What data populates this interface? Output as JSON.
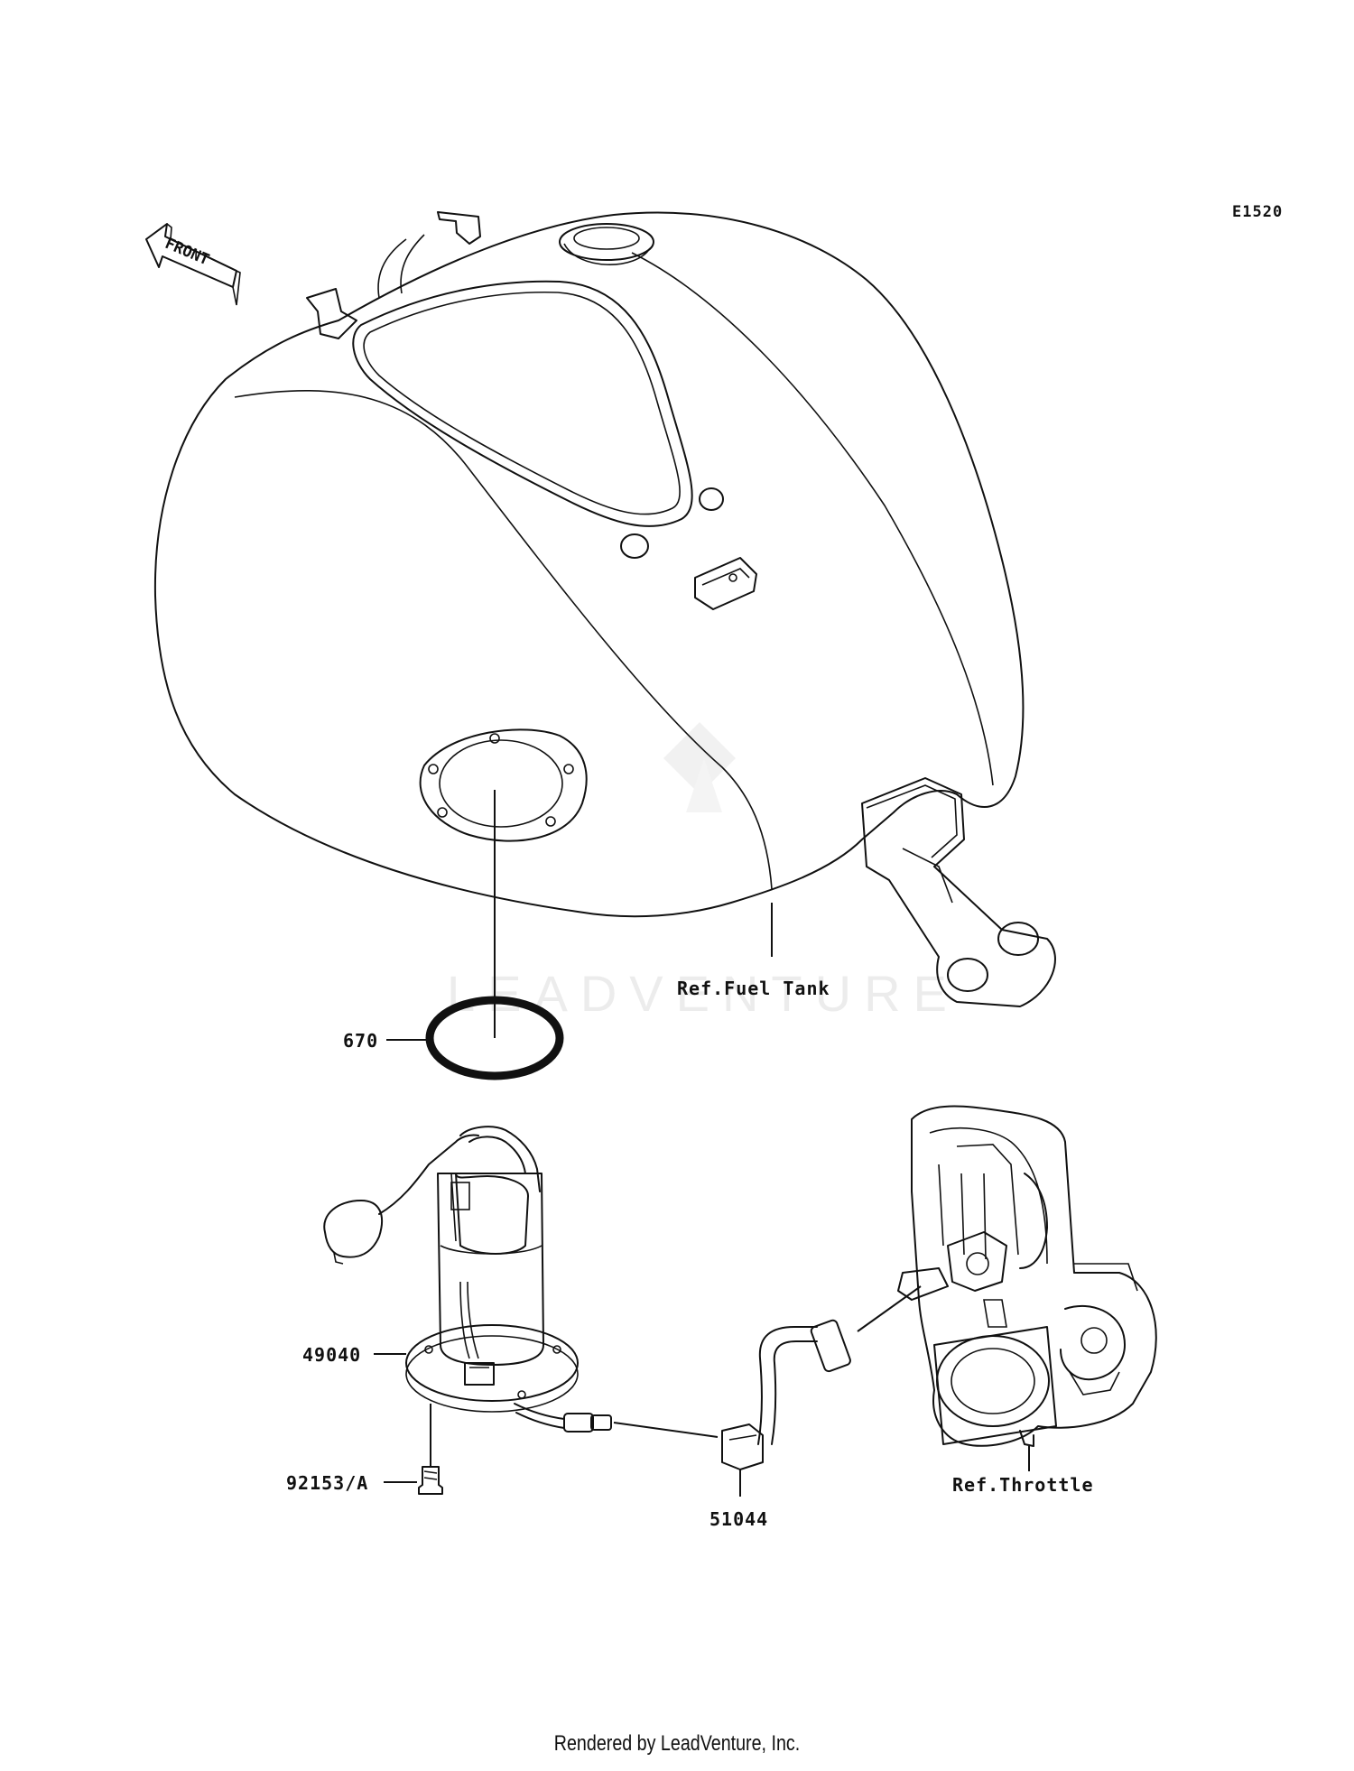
{
  "diagram_code": "E1520",
  "front_label": "FRONT",
  "watermark": "LEADVENTURE",
  "labels": {
    "fuel_tank": "Ref.Fuel Tank",
    "throttle": "Ref.Throttle",
    "gasket": "670",
    "fuel_pump": "49040",
    "bolt": "92153/A",
    "hose": "51044"
  },
  "footer": "Rendered by LeadVenture, Inc."
}
